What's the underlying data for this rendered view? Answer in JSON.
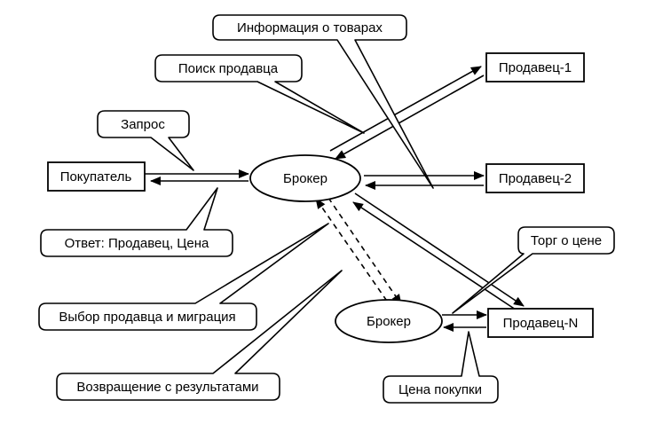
{
  "nodes": {
    "buyer": "Покупатель",
    "broker_main": "Брокер",
    "broker_mobile": "Брокер",
    "seller_1": "Продавец-1",
    "seller_2": "Продавец-2",
    "seller_n": "Продавец-N"
  },
  "callouts": {
    "product_info": "Информация о товарах",
    "seller_search": "Поиск продавца",
    "request": "Запрос",
    "answer": "Ответ: Продавец, Цена",
    "seller_choice_migration": "Выбор продавца и миграция",
    "return_results": "Возвращение с результатами",
    "price_bargain": "Торг о цене",
    "purchase_price": "Цена покупки"
  }
}
